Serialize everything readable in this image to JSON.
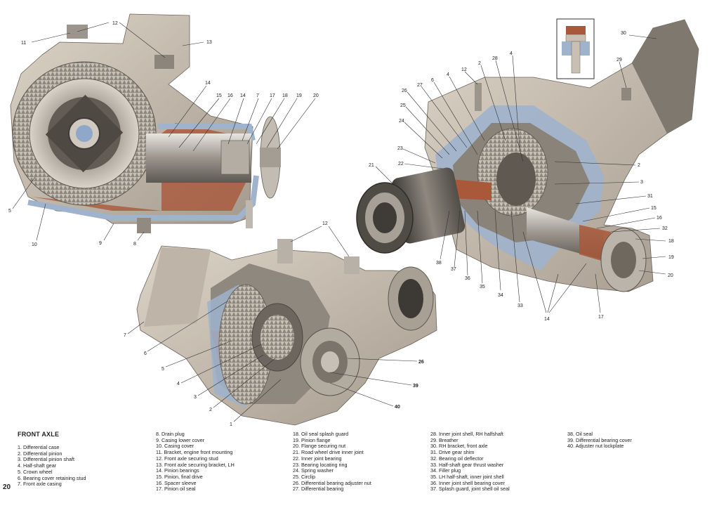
{
  "title": "FRONT AXLE",
  "page_number": "20",
  "legend": [
    {
      "num": "1",
      "label": "Differential case"
    },
    {
      "num": "2",
      "label": "Differential pinion"
    },
    {
      "num": "3",
      "label": "Differential pinion shaft"
    },
    {
      "num": "4",
      "label": "Half-shaft gear"
    },
    {
      "num": "5",
      "label": "Crown wheel"
    },
    {
      "num": "6",
      "label": "Bearing cover retaining stud"
    },
    {
      "num": "7",
      "label": "Front axle casing"
    },
    {
      "num": "8",
      "label": "Drain plug"
    },
    {
      "num": "9",
      "label": "Casing lower cover"
    },
    {
      "num": "10",
      "label": "Casing cover"
    },
    {
      "num": "11",
      "label": "Bracket, engine front mounting"
    },
    {
      "num": "12",
      "label": "Front axle securing stud"
    },
    {
      "num": "13",
      "label": "Front axle securing bracket, LH"
    },
    {
      "num": "14",
      "label": "Pinion bearings"
    },
    {
      "num": "15",
      "label": "Pinion, final drive"
    },
    {
      "num": "16",
      "label": "Spacer sleeve"
    },
    {
      "num": "17",
      "label": "Pinion oil seal"
    },
    {
      "num": "18",
      "label": "Oil seal splash guard"
    },
    {
      "num": "19",
      "label": "Pinion flange"
    },
    {
      "num": "20",
      "label": "Flange securing nut"
    },
    {
      "num": "21",
      "label": "Road wheel drive inner joint"
    },
    {
      "num": "22",
      "label": "Inner joint bearing"
    },
    {
      "num": "23",
      "label": "Bearing locating ring"
    },
    {
      "num": "24",
      "label": "Spring washer"
    },
    {
      "num": "25",
      "label": "Circlip"
    },
    {
      "num": "26",
      "label": "Differential bearing adjuster nut"
    },
    {
      "num": "27",
      "label": "Differential bearing"
    },
    {
      "num": "28",
      "label": "Inner joint shell, RH halfshaft"
    },
    {
      "num": "29",
      "label": "Breather"
    },
    {
      "num": "30",
      "label": "RH bracket, front axle"
    },
    {
      "num": "31",
      "label": "Drive gear shim"
    },
    {
      "num": "32",
      "label": "Bearing oil deflector"
    },
    {
      "num": "33",
      "label": "Half-shaft gear thrust washer"
    },
    {
      "num": "34",
      "label": "Filler plug"
    },
    {
      "num": "35",
      "label": "LH half-shaft, inner joint shell"
    },
    {
      "num": "36",
      "label": "Inner joint shell bearing cover"
    },
    {
      "num": "37",
      "label": "Splash guard, joint shell oil seal"
    },
    {
      "num": "38",
      "label": "Oil seal"
    },
    {
      "num": "39",
      "label": "Differential bearing cover"
    },
    {
      "num": "40",
      "label": "Adjuster nut lockplate"
    }
  ],
  "callouts": {
    "left_view": [
      "11",
      "12",
      "13",
      "14",
      "15",
      "16",
      "14",
      "7",
      "17",
      "18",
      "19",
      "20",
      "5",
      "10",
      "9",
      "8"
    ],
    "bottom_view": [
      "12",
      "7",
      "6",
      "5",
      "4",
      "3",
      "2",
      "1",
      "26",
      "39",
      "40"
    ],
    "right_view": [
      "30",
      "29",
      "12",
      "28",
      "4",
      "2",
      "6",
      "4",
      "27",
      "26",
      "25",
      "24",
      "23",
      "22",
      "21",
      "2",
      "3",
      "31",
      "15",
      "16",
      "32",
      "18",
      "19",
      "20",
      "17",
      "14",
      "33",
      "34",
      "35",
      "36",
      "37",
      "38"
    ]
  },
  "colors": {
    "casing": "#c9bfb3",
    "casing_dark": "#8c8479",
    "section_blue": "#9fb3cd",
    "section_rust": "#a9583a",
    "gear_metal": "#b7b0a6",
    "steel": "#d6d2cc"
  }
}
